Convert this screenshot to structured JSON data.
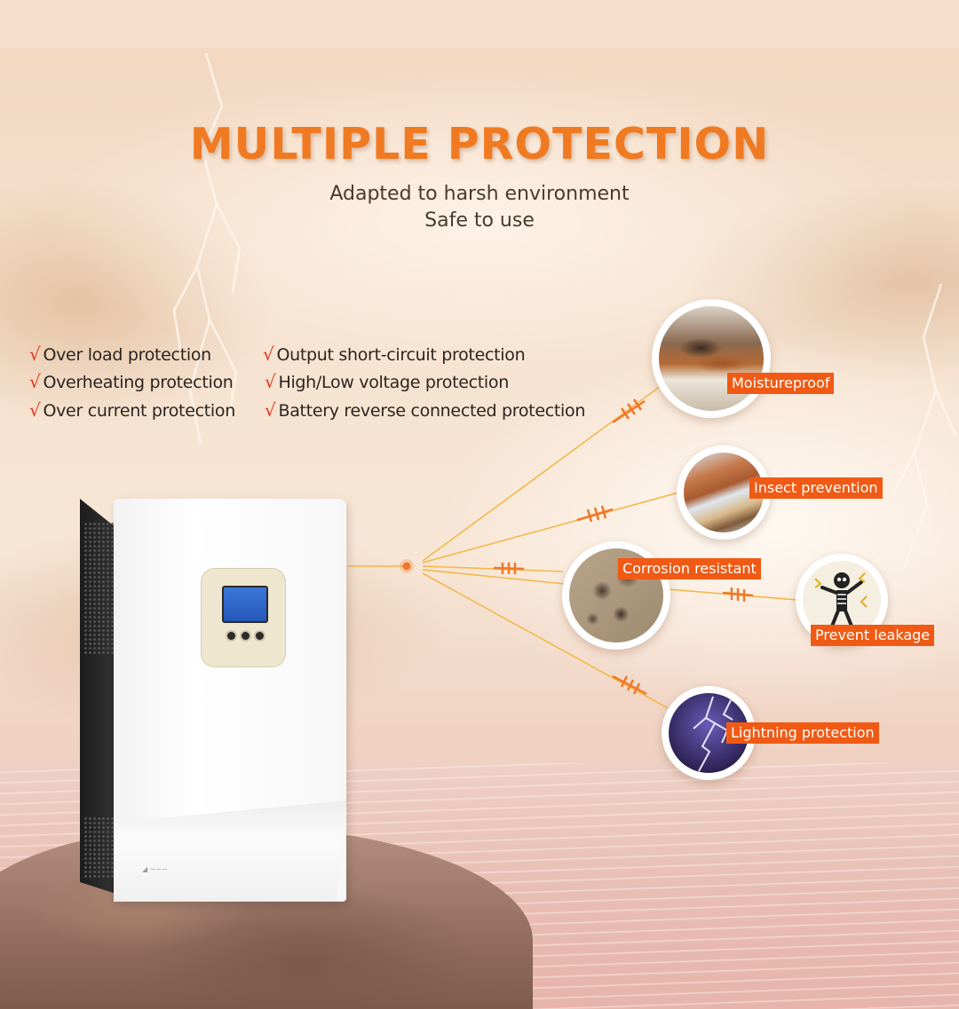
{
  "title": "MULTIPLE PROTECTION",
  "subtitle": [
    "Adapted to harsh environment",
    "Safe to use"
  ],
  "features": {
    "left": [
      "Over load protection",
      "Overheating protection",
      "Over current protection"
    ],
    "right": [
      "Output short-circuit protection",
      "High/Low voltage protection",
      "Battery reverse connected protection"
    ],
    "check": "√"
  },
  "protections": [
    {
      "label": "Moisturepro​of",
      "image": "rusted-metal-icon"
    },
    {
      "label": "Insect prevention",
      "image": "insect-damaged-wood-icon"
    },
    {
      "label": "Corrosion resistant",
      "image": "corroded-surface-icon"
    },
    {
      "label": "Prevent leakage",
      "image": "electric-shock-icon"
    },
    {
      "label": "Lightning protection",
      "image": "lightning-storm-icon"
    }
  ],
  "colors": {
    "accent": "#f07a22",
    "tag": "#f05a14",
    "check": "#e5331c",
    "line": "#f4b84a"
  }
}
